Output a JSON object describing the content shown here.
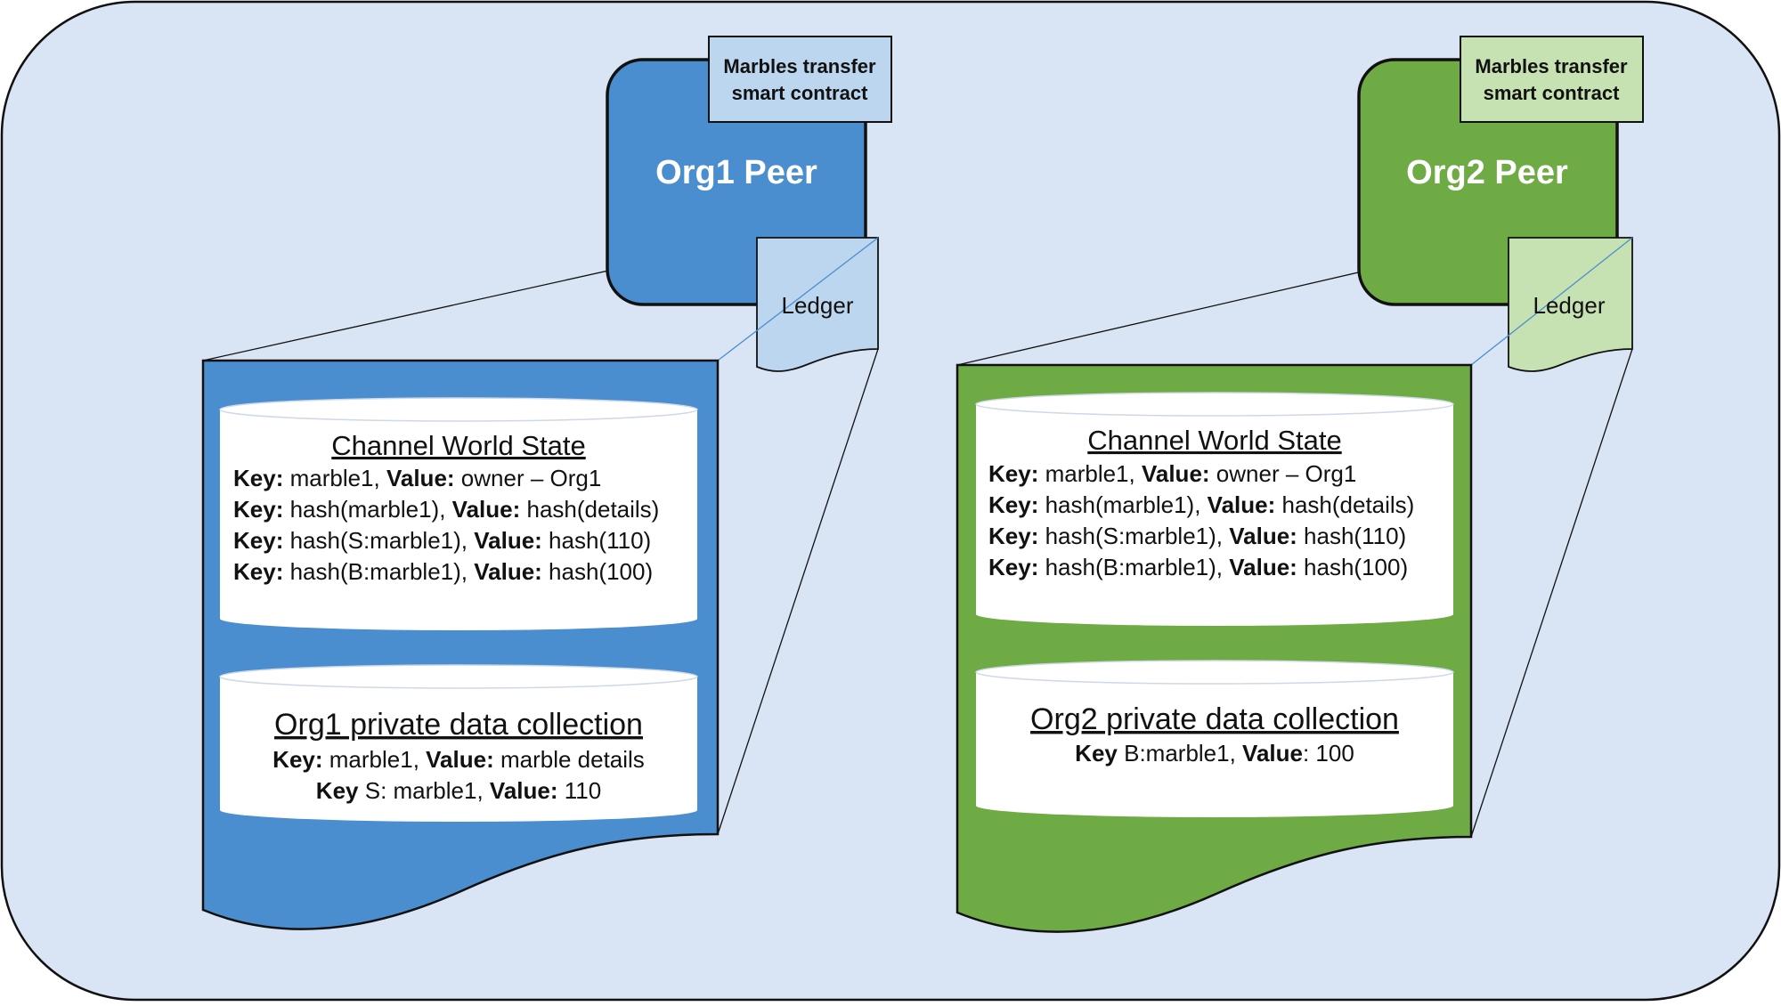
{
  "colors": {
    "background": "#d9e4f4",
    "org1_dark": "#4a8ed0",
    "org1_light": "#bcd6ef",
    "org2_dark": "#6fab45",
    "org2_light": "#c6e2b3",
    "outline": "#111111",
    "cylinder_fill": "#ffffff",
    "cylinder_edge": "#cfd8e6"
  },
  "orgs": [
    {
      "id": "org1",
      "peer_label": "Org1 Peer",
      "contract_label_line1": "Marbles transfer",
      "contract_label_line2": "smart contract",
      "ledger_label": "Ledger",
      "world_state": {
        "title": "Channel World State",
        "rows": [
          {
            "k": "Key:",
            "kv": " marble1, ",
            "v": "Value:",
            "vv": " owner – Org1"
          },
          {
            "k": "Key:",
            "kv": " hash(marble1), ",
            "v": "Value:",
            "vv": " hash(details)"
          },
          {
            "k": "Key:",
            "kv": " hash(S:marble1), ",
            "v": "Value:",
            "vv": " hash(110)"
          },
          {
            "k": "Key:",
            "kv": " hash(B:marble1), ",
            "v": "Value:",
            "vv": " hash(100)"
          }
        ]
      },
      "private_collection": {
        "title": "Org1 private data collection",
        "rows": [
          {
            "k": "Key:",
            "kv": " marble1, ",
            "v": "Value:",
            "vv": " marble details"
          },
          {
            "k": "Key",
            "kv": " S: marble1, ",
            "v": "Value:",
            "vv": " 110"
          }
        ]
      }
    },
    {
      "id": "org2",
      "peer_label": "Org2 Peer",
      "contract_label_line1": "Marbles transfer",
      "contract_label_line2": "smart contract",
      "ledger_label": "Ledger",
      "world_state": {
        "title": "Channel World State",
        "rows": [
          {
            "k": "Key:",
            "kv": " marble1, ",
            "v": "Value:",
            "vv": " owner – Org1"
          },
          {
            "k": "Key:",
            "kv": " hash(marble1), ",
            "v": "Value:",
            "vv": " hash(details)"
          },
          {
            "k": "Key:",
            "kv": " hash(S:marble1), ",
            "v": "Value:",
            "vv": " hash(110)"
          },
          {
            "k": "Key:",
            "kv": " hash(B:marble1), ",
            "v": "Value:",
            "vv": " hash(100)"
          }
        ]
      },
      "private_collection": {
        "title": "Org2 private data collection",
        "rows": [
          {
            "k": "Key",
            "kv": " B:marble1, ",
            "v": "Value",
            "vv": ": 100"
          }
        ]
      }
    }
  ]
}
